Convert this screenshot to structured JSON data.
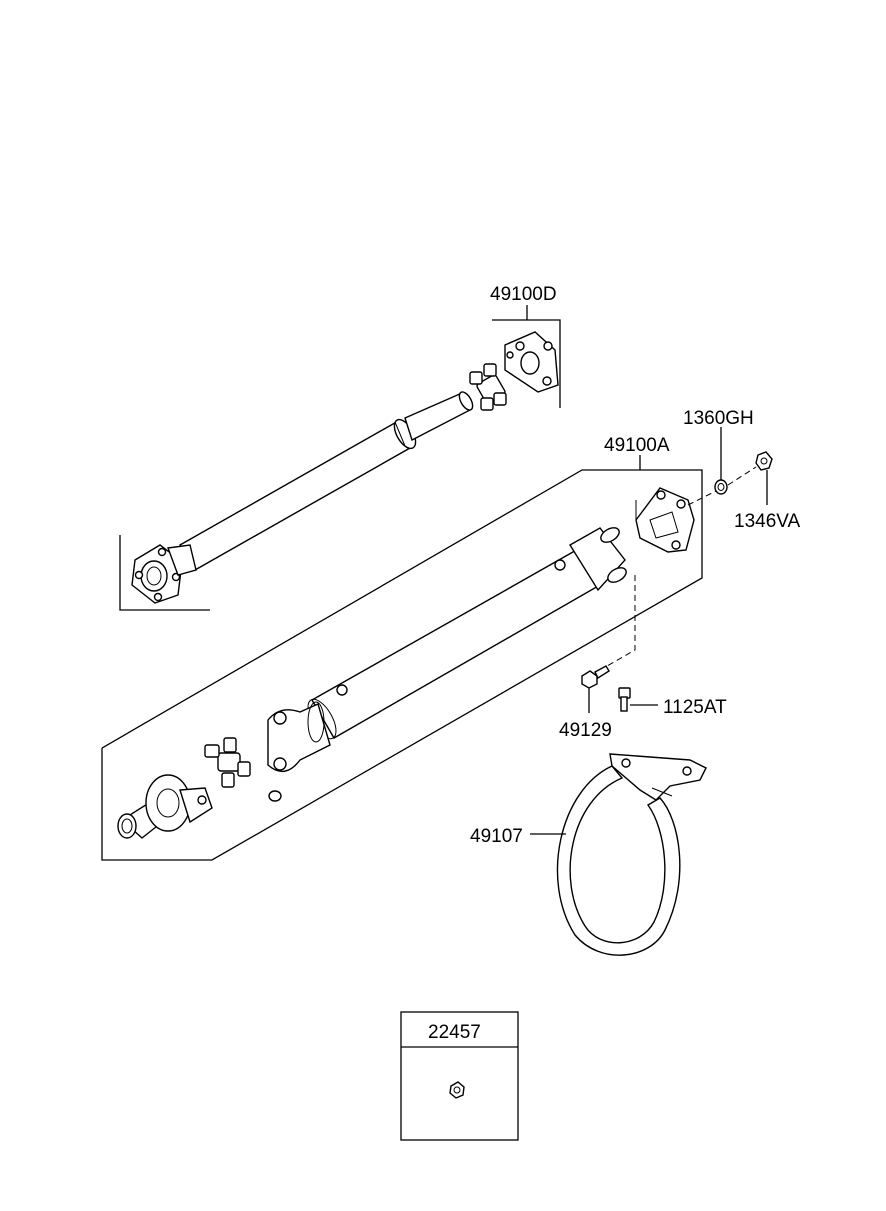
{
  "parts": {
    "p49100D": "49100D",
    "p49100A": "49100A",
    "p1360GH": "1360GH",
    "p1346VA": "1346VA",
    "p49129": "49129",
    "p1125AT": "1125AT",
    "p49107": "49107",
    "p22457": "22457"
  }
}
